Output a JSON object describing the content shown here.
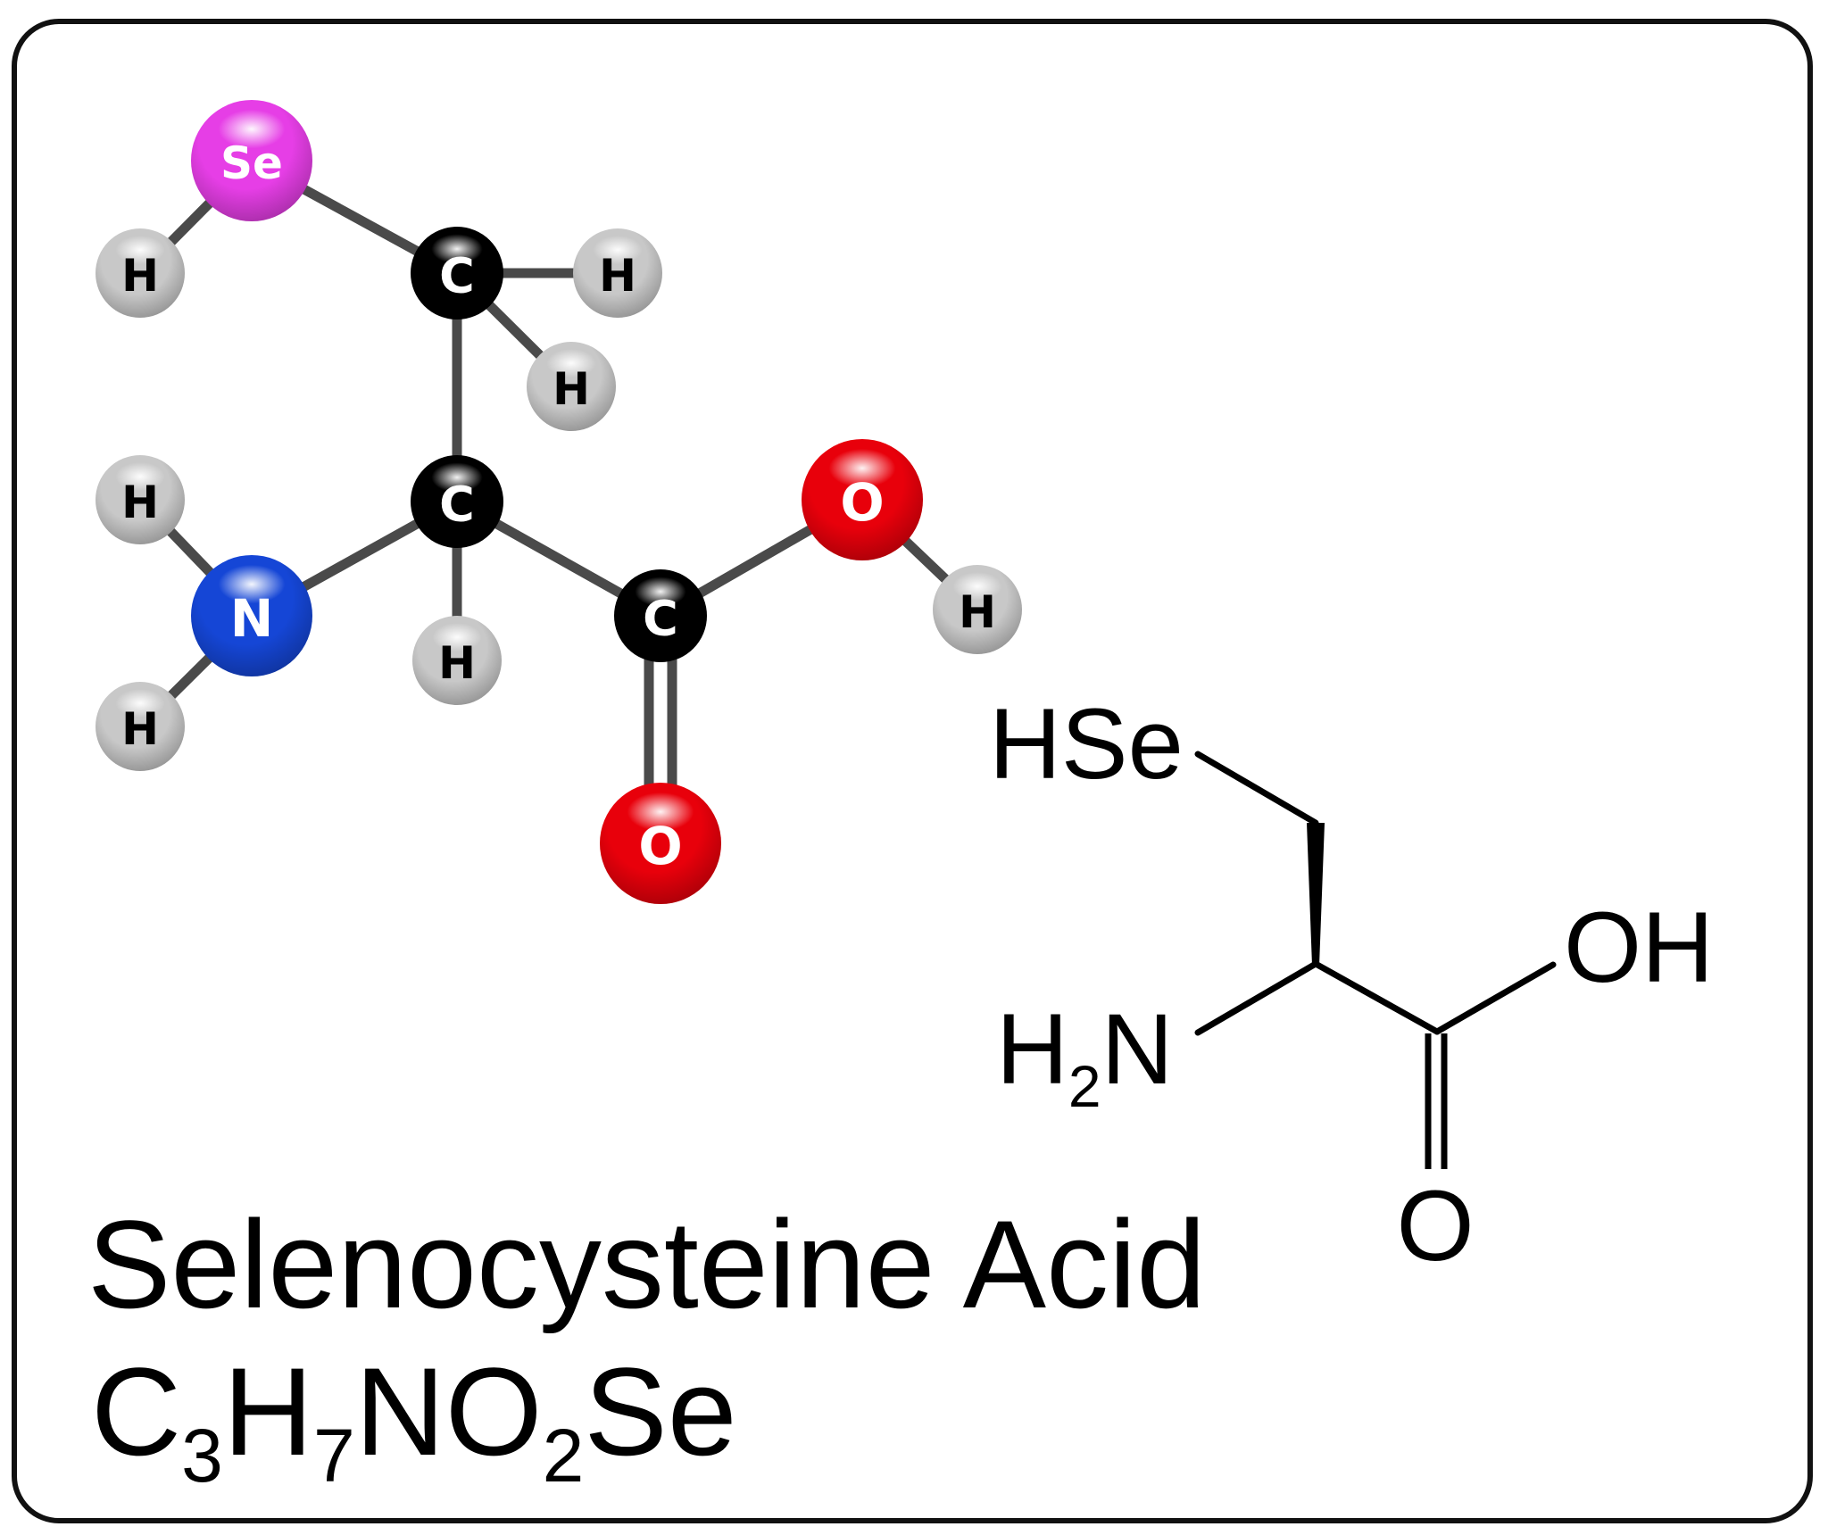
{
  "colors": {
    "carbon": "#000000",
    "hydrogen": "#c8c8c8",
    "oxygen": "#e8000b",
    "nitrogen": "#1546d6",
    "selenium": "#e63ee6",
    "bond": "#4a4a4a",
    "frame": "#111111"
  },
  "ball_model": {
    "atoms": [
      {
        "id": "se",
        "element": "Se",
        "label": "Se"
      },
      {
        "id": "h_se",
        "element": "H",
        "label": "H"
      },
      {
        "id": "c_beta",
        "element": "C",
        "label": "C"
      },
      {
        "id": "h_beta1",
        "element": "H",
        "label": "H"
      },
      {
        "id": "h_beta2",
        "element": "H",
        "label": "H"
      },
      {
        "id": "c_alpha",
        "element": "C",
        "label": "C"
      },
      {
        "id": "h_alpha",
        "element": "H",
        "label": "H"
      },
      {
        "id": "n",
        "element": "N",
        "label": "N"
      },
      {
        "id": "h_n1",
        "element": "H",
        "label": "H"
      },
      {
        "id": "h_n2",
        "element": "H",
        "label": "H"
      },
      {
        "id": "c_carboxyl",
        "element": "C",
        "label": "C"
      },
      {
        "id": "o_hydroxyl",
        "element": "O",
        "label": "O"
      },
      {
        "id": "h_o",
        "element": "H",
        "label": "H"
      },
      {
        "id": "o_carbonyl",
        "element": "O",
        "label": "O"
      }
    ],
    "bonds": [
      {
        "from": "se",
        "to": "h_se",
        "order": 1
      },
      {
        "from": "se",
        "to": "c_beta",
        "order": 1
      },
      {
        "from": "c_beta",
        "to": "h_beta1",
        "order": 1
      },
      {
        "from": "c_beta",
        "to": "h_beta2",
        "order": 1
      },
      {
        "from": "c_beta",
        "to": "c_alpha",
        "order": 1
      },
      {
        "from": "c_alpha",
        "to": "n",
        "order": 1
      },
      {
        "from": "c_alpha",
        "to": "h_alpha",
        "order": 1
      },
      {
        "from": "c_alpha",
        "to": "c_carboxyl",
        "order": 1
      },
      {
        "from": "n",
        "to": "h_n1",
        "order": 1
      },
      {
        "from": "n",
        "to": "h_n2",
        "order": 1
      },
      {
        "from": "c_carboxyl",
        "to": "o_hydroxyl",
        "order": 1
      },
      {
        "from": "o_hydroxyl",
        "to": "h_o",
        "order": 1
      },
      {
        "from": "c_carboxyl",
        "to": "o_carbonyl",
        "order": 2
      }
    ]
  },
  "skeletal": {
    "hse_label": "HSe",
    "amine_h": "H",
    "amine_sub": "2",
    "amine_n": "N",
    "oh_label": "OH",
    "o_label": "O"
  },
  "title": {
    "name": "Selenocysteine Acid",
    "formula": [
      {
        "text": "C",
        "sub": "3"
      },
      {
        "text": "H",
        "sub": "7"
      },
      {
        "text": "N",
        "sub": ""
      },
      {
        "text": "O",
        "sub": "2"
      },
      {
        "text": "Se",
        "sub": ""
      }
    ]
  }
}
